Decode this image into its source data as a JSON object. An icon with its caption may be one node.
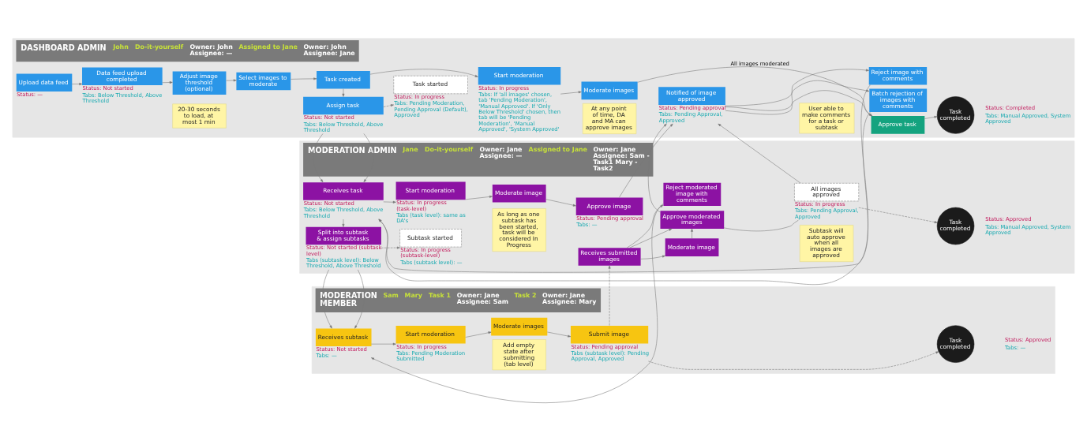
{
  "diagram": {
    "nodes": [
      {
        "text": [
          "DASHBOARD ADMIN",
          "John",
          "Do-it-yourself",
          "Owner: John Assignee: —",
          "Assigned to Jane",
          "Owner: John Assignee: Jane"
        ]
      },
      {
        "text": [
          "Upload data feed"
        ],
        "in": 0,
        "beside": [
          "Status: —"
        ]
      },
      {
        "text": [
          "Data feed upload completed"
        ],
        "in": 0,
        "beside": [
          "Status: Not started",
          "Tabs: Below Threshold, Above Threshold"
        ]
      },
      {
        "text": [
          "Adjust image threshold (optional)"
        ],
        "in": 0
      },
      {
        "text": [
          "Select images to moderate"
        ],
        "in": 0
      },
      {
        "text": [
          "Task created"
        ],
        "in": 0
      },
      {
        "text": [
          "Start moderation"
        ],
        "in": 0,
        "beside": [
          "Status: In progress",
          "Tabs: If 'all images' chosen, tab 'Pending Moderation', 'Manual Approved'. If 'Only Below Threshold' chosen, then tab will be 'Pending Moderation', 'Manual Approved', 'System Approved'"
        ]
      },
      {
        "text": [
          "Moderate images"
        ],
        "in": 0
      },
      {
        "text": [
          "Task completed"
        ],
        "in": 0,
        "beside": [
          "Status: Completed",
          "Tabs: Manual Approved, System Approved"
        ]
      },
      {
        "text": [
          "20-30 seconds to load, at most 1 min"
        ],
        "in": 0
      },
      {
        "text": [
          "Assign task"
        ],
        "in": 0,
        "beside": [
          "Status: Not started",
          "Tabs: Below Threshold, Above Threshold"
        ]
      },
      {
        "text": [
          "Task started"
        ],
        "in": 0,
        "beside": [
          "Status: In progress",
          "Tabs: Pending Moderation, Pending Approval (Default), Approved"
        ]
      },
      {
        "text": [
          "At any point of time, DA and MA can approve images"
        ],
        "in": 0
      },
      {
        "text": [
          "User able to make comments for a task or subtask"
        ],
        "in": 0
      },
      {
        "text": [
          "Notified of image approved"
        ],
        "in": 0,
        "beside": [
          "Status: Pending approval",
          "Tabs: Pending Approval, Approved"
        ]
      },
      {
        "text": [
          "Approve task"
        ],
        "in": 0
      },
      {
        "text": [
          "Batch rejection of images with comments"
        ],
        "in": 0
      },
      {
        "text": [
          "Reject image with comments"
        ],
        "in": 0
      },
      {
        "text": [
          "MODERATION ADMIN",
          "Jane",
          "Do-it-yourself",
          "Owner: Jane Assignee: —",
          "Assigned to Jane",
          "Owner: Jane Assignee: Sam - Task1 Mary - Task2"
        ]
      },
      {
        "text": [
          "Receives task"
        ],
        "in": 18,
        "beside": [
          "Status: Not started",
          "Tabs: Below Threshold, Above Threshold"
        ]
      },
      {
        "text": [
          "Start moderation"
        ],
        "in": 18,
        "beside": [
          "Status: In progress (task-level)",
          "Tabs (task level): same as DA's"
        ]
      },
      {
        "text": [
          "Moderate image"
        ],
        "in": 18
      },
      {
        "text": [
          "Approve image"
        ],
        "in": 18,
        "beside": [
          "Status: Pending approval",
          "Tabs: —"
        ]
      },
      {
        "text": [
          "Split into subtask & assign subtasks"
        ],
        "in": 18,
        "beside": [
          "Status: Not started (subtask level)",
          "Tabs (subtask level): Below Threshold, Above Threshold"
        ]
      },
      {
        "text": [
          "Subtask started"
        ],
        "in": 18,
        "beside": [
          "Status: In progress (subtask-level)",
          "Tabs (subtask level): —"
        ]
      },
      {
        "text": [
          "As long as one subtask has been started, task will be considered In Progress"
        ],
        "in": 18
      },
      {
        "text": [
          "Receives submitted images"
        ],
        "in": 18
      },
      {
        "text": [
          "Moderate image"
        ],
        "in": 18
      },
      {
        "text": [
          "Approve moderated images"
        ],
        "in": 18
      },
      {
        "text": [
          "Reject moderated image with comments"
        ],
        "in": 18
      },
      {
        "text": [
          "Subtask will auto approve when all images are approved"
        ],
        "in": 18
      },
      {
        "text": [
          "All images approved"
        ],
        "in": 18,
        "beside": [
          "Status: In progress",
          "Tabs: Pending Approval, Approved"
        ]
      },
      {
        "text": [
          "Task completed"
        ],
        "in": 18,
        "beside": [
          "Status: Approved",
          "Tabs: Manual Approved, System Approved"
        ]
      },
      {
        "text": [
          "MODERATION MEMBER",
          "Sam",
          "Mary",
          "Task 1",
          "Owner: Jane Assignee: Sam",
          "Task 2",
          "Owner: Jane Assignee: Mary"
        ]
      },
      {
        "text": [
          "Receives subtask"
        ],
        "in": 33,
        "beside": [
          "Status: Not started",
          "Tabs: —"
        ]
      },
      {
        "text": [
          "Start moderation"
        ],
        "in": 33,
        "beside": [
          "Status: In progress",
          "Tabs: Pending Moderation Submitted"
        ]
      },
      {
        "text": [
          "Add empty state after submitting (tab level)"
        ],
        "in": 33
      },
      {
        "text": [
          "Moderate images"
        ],
        "in": 33
      },
      {
        "text": [
          "Submit image"
        ],
        "in": 33,
        "beside": [
          "Status: Pending approval",
          "Tabs (subtask level): Pending Approval, Approved"
        ]
      },
      {
        "text": [
          "Task completed"
        ],
        "in": 33,
        "beside": [
          "Status: Approved",
          "Tabs: —"
        ]
      }
    ],
    "edges": [
      {
        "from": 1,
        "to": 2,
        "arrow": "to"
      },
      {
        "from": 2,
        "to": 3,
        "arrow": "to"
      },
      {
        "from": 3,
        "to": 4,
        "arrow": "to"
      },
      {
        "from": 4,
        "to": 5,
        "arrow": "to"
      },
      {
        "from": 5,
        "to": 6,
        "arrow": "to"
      },
      {
        "from": 6,
        "to": 7,
        "arrow": "to"
      },
      {
        "from": 5,
        "to": 10,
        "arrow": "to"
      },
      {
        "from": 10,
        "to": 11,
        "arrow": "to",
        "style": "dashed"
      },
      {
        "from": 7,
        "to": 15,
        "arrow": "to",
        "label": "All images moderated"
      },
      {
        "from": 15,
        "to": 8,
        "arrow": "to"
      },
      {
        "from": 14,
        "to": 15,
        "arrow": "to"
      },
      {
        "from": 14,
        "to": 16,
        "arrow": "to"
      },
      {
        "from": 14,
        "to": 17,
        "arrow": "to"
      },
      {
        "from": 10,
        "to": 19,
        "arrow": "to"
      },
      {
        "from": 16,
        "to": 19,
        "arrow": "to"
      },
      {
        "from": 17,
        "to": 19,
        "arrow": "to"
      },
      {
        "from": 19,
        "to": 20,
        "arrow": "to"
      },
      {
        "from": 20,
        "to": 21,
        "arrow": "to"
      },
      {
        "from": 21,
        "to": 22,
        "arrow": "to"
      },
      {
        "from": 22,
        "to": 14,
        "arrow": "to"
      },
      {
        "from": 19,
        "to": 23,
        "arrow": "to"
      },
      {
        "from": 23,
        "to": 24,
        "arrow": "to",
        "style": "dashed"
      },
      {
        "from": 26,
        "to": 27,
        "arrow": "to"
      },
      {
        "from": 26,
        "to": 28,
        "arrow": "to"
      },
      {
        "from": 26,
        "to": 29,
        "arrow": "to"
      },
      {
        "from": 27,
        "to": 28,
        "arrow": "to"
      },
      {
        "from": 28,
        "to": 14,
        "arrow": "to"
      },
      {
        "from": 31,
        "to": 14,
        "arrow": "to"
      },
      {
        "from": 28,
        "to": 31,
        "arrow": "none"
      },
      {
        "from": 31,
        "to": 32,
        "arrow": "to",
        "style": "dashed"
      },
      {
        "from": 23,
        "to": 34,
        "arrow": "to"
      },
      {
        "from": 29,
        "to": 34,
        "arrow": "to"
      },
      {
        "from": 34,
        "to": 35,
        "arrow": "to"
      },
      {
        "from": 35,
        "to": 37,
        "arrow": "to"
      },
      {
        "from": 37,
        "to": 38,
        "arrow": "to"
      },
      {
        "from": 38,
        "to": 26,
        "arrow": "to",
        "style": "dashed"
      },
      {
        "from": 38,
        "to": 39,
        "arrow": "to",
        "style": "dashed"
      }
    ]
  }
}
